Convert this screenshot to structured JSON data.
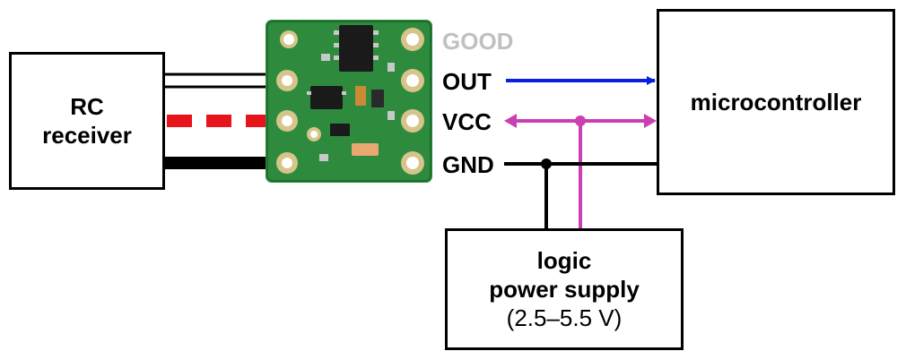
{
  "rc_receiver": {
    "line1": "RC",
    "line2": "receiver"
  },
  "microcontroller": {
    "label": "microcontroller"
  },
  "power_supply": {
    "line1": "logic",
    "line2": "power supply",
    "line3": "(2.5–5.5 V)"
  },
  "pins": {
    "good": "GOOD",
    "out": "OUT",
    "vcc": "VCC",
    "gnd": "GND"
  },
  "colors": {
    "out_signal": "#0a1fe0",
    "vcc_wire": "#cc3fb4",
    "gnd_wire": "#000000",
    "rc_signal_wire": "#ffffff",
    "rc_power_wire": "#e8141b",
    "board": "#2e8b3e",
    "good_label": "#c0c0c0"
  },
  "icons": {
    "board": "rc-switch-board-icon"
  }
}
